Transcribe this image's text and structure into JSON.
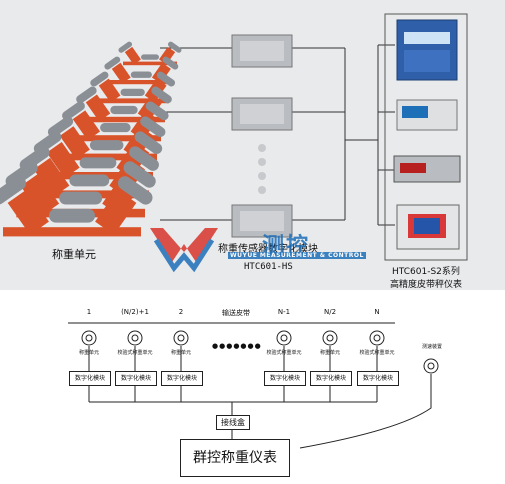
{
  "top": {
    "label_weighing_unit": "称重单元",
    "label_module": "称重传感器数字化模块",
    "label_model": "HTC601-HS",
    "label_instrument_series": "HTC601-S2系列",
    "label_instrument_desc": "高精度皮带秤仪表",
    "watermark_cn": "测控",
    "watermark_en": "WUYUE MEASUREMENT & CONTROL"
  },
  "bottom": {
    "conveyor_label": "输送皮带",
    "dots": "●●●●●●●",
    "speed_device": "测速装置",
    "junction_box": "接线盒",
    "group_instrument": "群控称重仪表",
    "units": [
      {
        "num": "1",
        "sensor_label": "称重单元",
        "module": "数字化模块"
      },
      {
        "num": "(N/2)+1",
        "sensor_label": "校验式称重单元",
        "module": "数字化模块"
      },
      {
        "num": "2",
        "sensor_label": "称重单元",
        "module": "数字化模块"
      },
      {
        "num": "N-1",
        "sensor_label": "校验式称重单元",
        "module": "数字化模块"
      },
      {
        "num": "N/2",
        "sensor_label": "称重单元",
        "module": "数字化模块"
      },
      {
        "num": "N",
        "sensor_label": "校验式称重单元",
        "module": "数字化模块"
      }
    ]
  },
  "colors": {
    "frame_orange": "#d9532a",
    "roller_gray": "#8a8f96",
    "module_gray": "#b9bcc0",
    "instrument_blue": "#2f5fa8",
    "watermark_blue": "#1f6fb8",
    "watermark_red": "#d8342c"
  }
}
